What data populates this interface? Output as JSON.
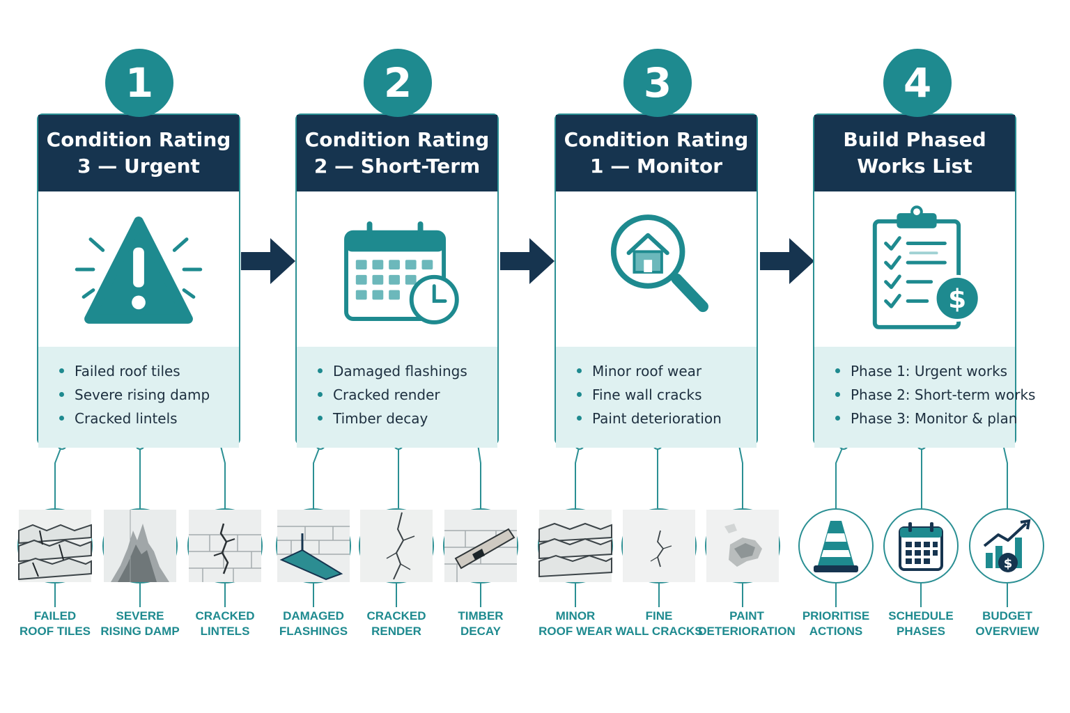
{
  "colors": {
    "teal": "#1e8a8f",
    "navy": "#16344f",
    "light_teal": "#dff1f1",
    "text": "#1d2f3f"
  },
  "steps": [
    {
      "number": "1",
      "title_line1": "Condition Rating",
      "title_line2": "3 — Urgent",
      "icon": "warning-triangle-icon",
      "items": [
        "Failed roof tiles",
        "Severe rising damp",
        "Cracked lintels"
      ],
      "thumbs": [
        {
          "icon": "roof-tiles-photo",
          "line1": "FAILED",
          "line2": "ROOF TILES"
        },
        {
          "icon": "rising-damp-photo",
          "line1": "SEVERE",
          "line2": "RISING DAMP"
        },
        {
          "icon": "cracked-lintel-photo",
          "line1": "CRACKED",
          "line2": "LINTELS"
        }
      ]
    },
    {
      "number": "2",
      "title_line1": "Condition Rating",
      "title_line2": "2 — Short-Term",
      "icon": "calendar-clock-icon",
      "items": [
        "Damaged flashings",
        "Cracked render",
        "Timber decay"
      ],
      "thumbs": [
        {
          "icon": "flashing-photo",
          "line1": "DAMAGED",
          "line2": "FLASHINGS"
        },
        {
          "icon": "cracked-render-photo",
          "line1": "CRACKED",
          "line2": "RENDER"
        },
        {
          "icon": "timber-decay-photo",
          "line1": "TIMBER",
          "line2": "DECAY"
        }
      ]
    },
    {
      "number": "3",
      "title_line1": "Condition Rating",
      "title_line2": "1 — Monitor",
      "icon": "house-magnifier-icon",
      "items": [
        "Minor roof wear",
        "Fine wall cracks",
        "Paint deterioration"
      ],
      "thumbs": [
        {
          "icon": "roof-wear-photo",
          "line1": "MINOR",
          "line2": "ROOF WEAR"
        },
        {
          "icon": "wall-cracks-photo",
          "line1": "FINE",
          "line2": "WALL CRACKS"
        },
        {
          "icon": "paint-photo",
          "line1": "PAINT",
          "line2": "DETERIORATION"
        }
      ]
    },
    {
      "number": "4",
      "title_line1": "Build Phased",
      "title_line2": "Works List",
      "icon": "clipboard-budget-icon",
      "items": [
        "Phase 1: Urgent works",
        "Phase 2: Short-term works",
        "Phase 3: Monitor & plan"
      ],
      "thumbs": [
        {
          "icon": "traffic-cone-icon",
          "line1": "PRIORITISE",
          "line2": "ACTIONS"
        },
        {
          "icon": "calendar-icon",
          "line1": "SCHEDULE",
          "line2": "PHASES"
        },
        {
          "icon": "budget-chart-icon",
          "line1": "BUDGET",
          "line2": "OVERVIEW"
        }
      ]
    }
  ]
}
